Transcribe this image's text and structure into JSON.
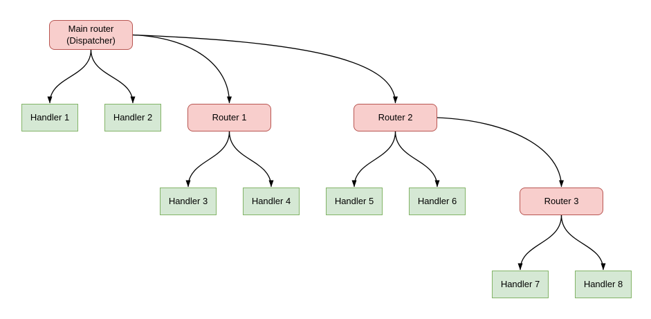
{
  "diagram": {
    "type": "tree-flowchart",
    "background_color": "#ffffff",
    "colors": {
      "router_fill": "#f8cecc",
      "router_stroke": "#b85450",
      "handler_fill": "#d5e8d4",
      "handler_stroke": "#82b366",
      "edge_stroke": "#000000",
      "text": "#000000"
    },
    "nodes": {
      "main_router": {
        "label": "Main router\n(Dispatcher)",
        "type": "router"
      },
      "router1": {
        "label": "Router 1",
        "type": "router"
      },
      "router2": {
        "label": "Router 2",
        "type": "router"
      },
      "router3": {
        "label": "Router 3",
        "type": "router"
      },
      "handler1": {
        "label": "Handler 1",
        "type": "handler"
      },
      "handler2": {
        "label": "Handler 2",
        "type": "handler"
      },
      "handler3": {
        "label": "Handler 3",
        "type": "handler"
      },
      "handler4": {
        "label": "Handler 4",
        "type": "handler"
      },
      "handler5": {
        "label": "Handler 5",
        "type": "handler"
      },
      "handler6": {
        "label": "Handler 6",
        "type": "handler"
      },
      "handler7": {
        "label": "Handler 7",
        "type": "handler"
      },
      "handler8": {
        "label": "Handler 8",
        "type": "handler"
      }
    },
    "edges": [
      {
        "from": "Main router (Dispatcher)",
        "to": "Handler 1"
      },
      {
        "from": "Main router (Dispatcher)",
        "to": "Handler 2"
      },
      {
        "from": "Main router (Dispatcher)",
        "to": "Router 1"
      },
      {
        "from": "Main router (Dispatcher)",
        "to": "Router 2"
      },
      {
        "from": "Router 1",
        "to": "Handler 3"
      },
      {
        "from": "Router 1",
        "to": "Handler 4"
      },
      {
        "from": "Router 2",
        "to": "Handler 5"
      },
      {
        "from": "Router 2",
        "to": "Handler 6"
      },
      {
        "from": "Router 2",
        "to": "Router 3"
      },
      {
        "from": "Router 3",
        "to": "Handler 7"
      },
      {
        "from": "Router 3",
        "to": "Handler 8"
      }
    ]
  }
}
